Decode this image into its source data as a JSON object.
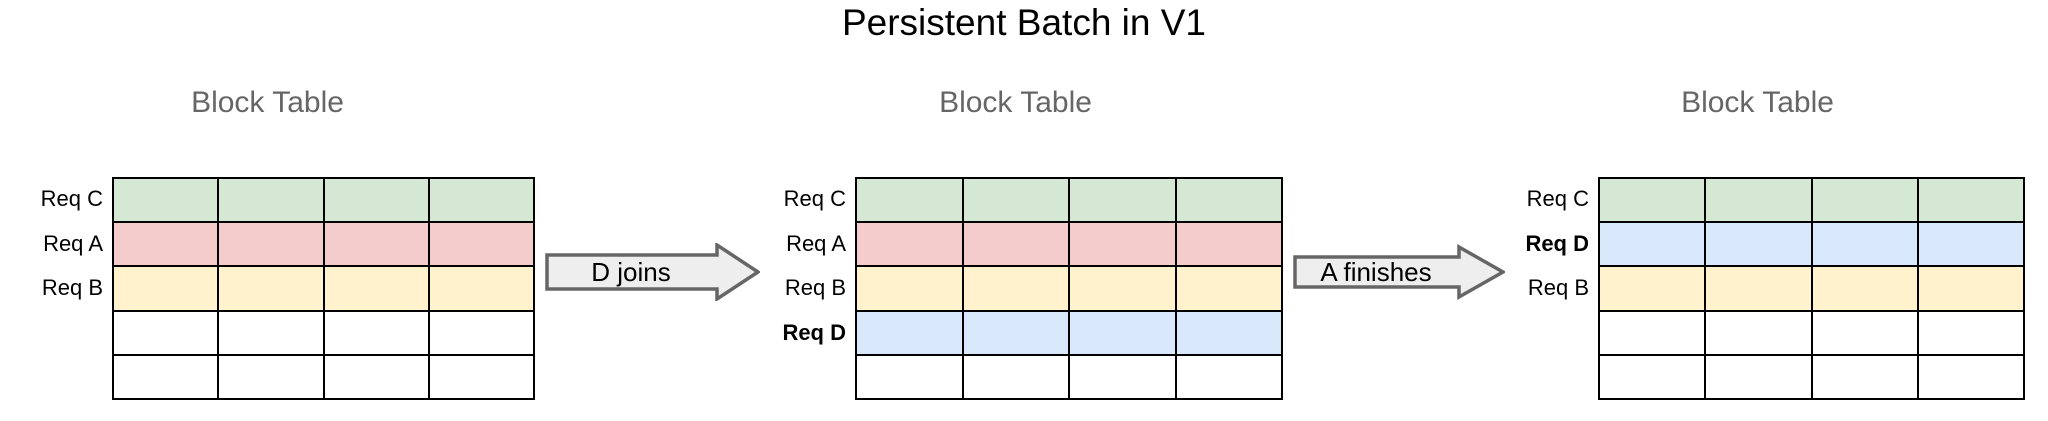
{
  "title": "Persistent Batch in V1",
  "colors": {
    "green": "#d5e8d4",
    "pink": "#f4cccc",
    "yellow": "#fff2cc",
    "blue": "#dae8fc",
    "empty": "#ffffff",
    "border": "#000000",
    "panel_title": "#666666",
    "arrow_fill": "#eeeeee",
    "arrow_stroke": "#666666"
  },
  "panels": [
    {
      "title": "Block Table",
      "columns": 4,
      "rows": [
        {
          "label": "Req C",
          "bold": false,
          "color": "green"
        },
        {
          "label": "Req A",
          "bold": false,
          "color": "pink"
        },
        {
          "label": "Req B",
          "bold": false,
          "color": "yellow"
        },
        {
          "label": "",
          "bold": false,
          "color": "empty"
        },
        {
          "label": "",
          "bold": false,
          "color": "empty"
        }
      ]
    },
    {
      "title": "Block Table",
      "columns": 4,
      "rows": [
        {
          "label": "Req C",
          "bold": false,
          "color": "green"
        },
        {
          "label": "Req A",
          "bold": false,
          "color": "pink"
        },
        {
          "label": "Req B",
          "bold": false,
          "color": "yellow"
        },
        {
          "label": "Req D",
          "bold": true,
          "color": "blue"
        },
        {
          "label": "",
          "bold": false,
          "color": "empty"
        }
      ]
    },
    {
      "title": "Block Table",
      "columns": 4,
      "rows": [
        {
          "label": "Req C",
          "bold": false,
          "color": "green"
        },
        {
          "label": "Req D",
          "bold": true,
          "color": "blue"
        },
        {
          "label": "Req B",
          "bold": false,
          "color": "yellow"
        },
        {
          "label": "",
          "bold": false,
          "color": "empty"
        },
        {
          "label": "",
          "bold": false,
          "color": "empty"
        }
      ]
    }
  ],
  "arrows": [
    {
      "label": "D joins"
    },
    {
      "label": "A finishes"
    }
  ]
}
